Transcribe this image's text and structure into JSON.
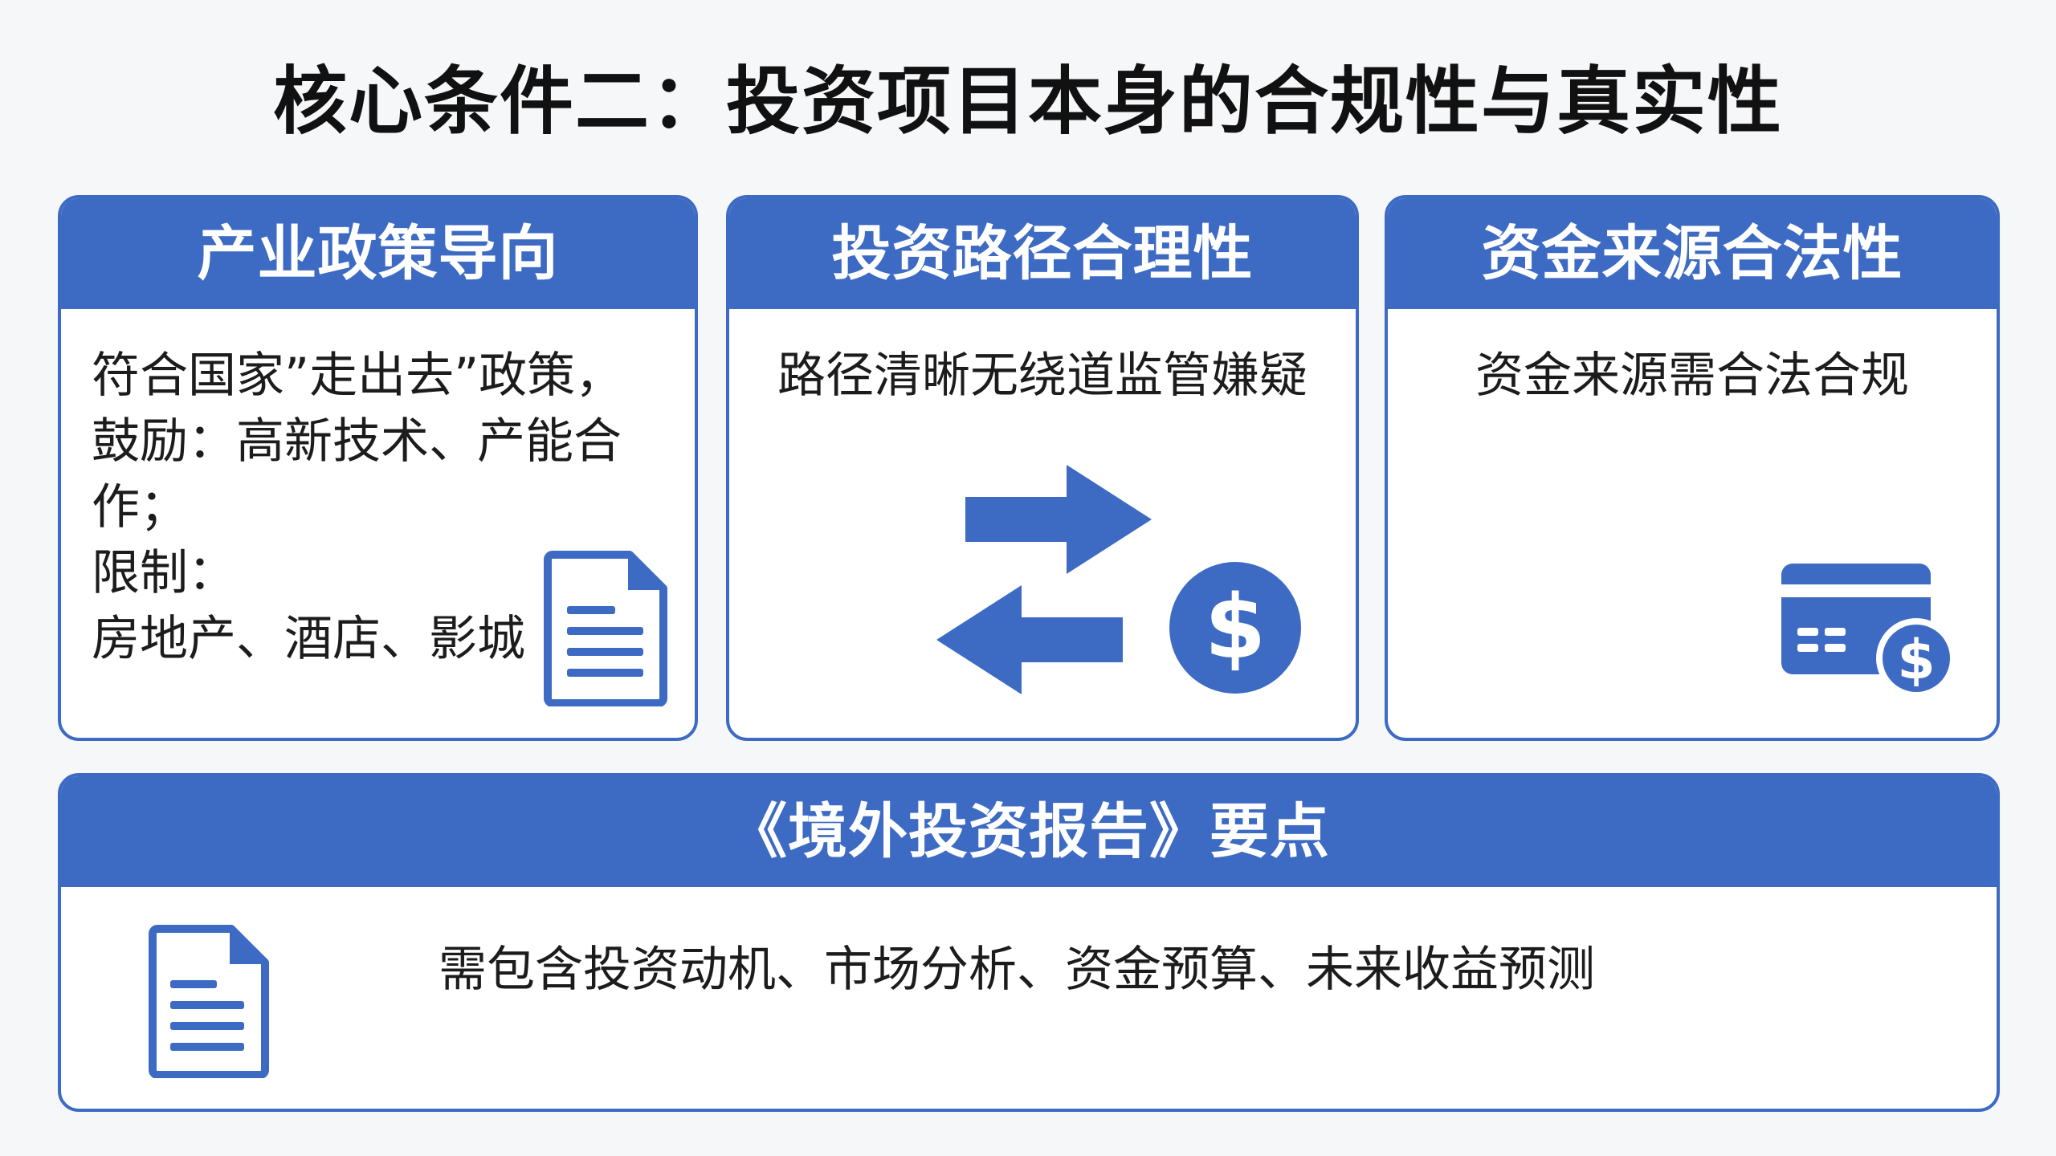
{
  "title": "核心条件二：投资项目本身的合规性与真实性",
  "colors": {
    "accent": "#3d6bc4",
    "text": "#1c1c1c",
    "background": "#f6f7f9"
  },
  "cards": [
    {
      "header": "产业政策导向",
      "lines": [
        "符合国家”走出去”政策，",
        "鼓励：高新技术、产能合作；",
        "限制：",
        "房地产、酒店、影城"
      ],
      "icon": "document-icon"
    },
    {
      "header": "投资路径合理性",
      "lines": [
        "路径清晰无绕道监管嫌疑"
      ],
      "icons": [
        "arrow-right-icon",
        "arrow-left-icon",
        "dollar-coin-icon"
      ]
    },
    {
      "header": "资金来源合法性",
      "lines": [
        "资金来源需合法合规"
      ],
      "icon": "credit-card-dollar-icon"
    }
  ],
  "report": {
    "header": "《境外投资报告》要点",
    "text": "需包含投资动机、市场分析、资金预算、未来收益预测",
    "icon": "document-icon"
  }
}
